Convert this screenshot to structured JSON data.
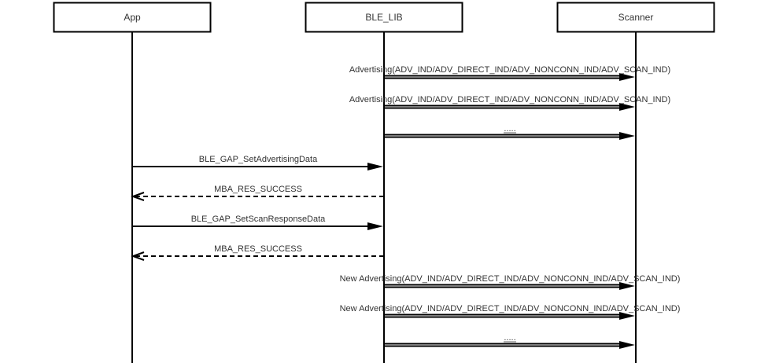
{
  "diagram": {
    "type": "sequence",
    "participants": [
      {
        "id": "app",
        "label": "App"
      },
      {
        "id": "ble",
        "label": "BLE_LIB"
      },
      {
        "id": "scanner",
        "label": "Scanner"
      }
    ],
    "messages": [
      {
        "from": "ble",
        "to": "scanner",
        "label": "Advertising(ADV_IND/ADV_DIRECT_IND/ADV_NONCONN_IND/ADV_SCAN_IND)",
        "style": "double"
      },
      {
        "from": "ble",
        "to": "scanner",
        "label": "Advertising(ADV_IND/ADV_DIRECT_IND/ADV_NONCONN_IND/ADV_SCAN_IND)",
        "style": "double"
      },
      {
        "from": "ble",
        "to": "scanner",
        "label": ".....",
        "style": "double"
      },
      {
        "from": "app",
        "to": "ble",
        "label": "BLE_GAP_SetAdvertisingData",
        "style": "solid"
      },
      {
        "from": "ble",
        "to": "app",
        "label": "MBA_RES_SUCCESS",
        "style": "dashed"
      },
      {
        "from": "app",
        "to": "ble",
        "label": "BLE_GAP_SetScanResponseData",
        "style": "solid"
      },
      {
        "from": "ble",
        "to": "app",
        "label": "MBA_RES_SUCCESS",
        "style": "dashed"
      },
      {
        "from": "ble",
        "to": "scanner",
        "label": "New Advertising(ADV_IND/ADV_DIRECT_IND/ADV_NONCONN_IND/ADV_SCAN_IND)",
        "style": "double"
      },
      {
        "from": "ble",
        "to": "scanner",
        "label": "New Advertising(ADV_IND/ADV_DIRECT_IND/ADV_NONCONN_IND/ADV_SCAN_IND)",
        "style": "double"
      },
      {
        "from": "ble",
        "to": "scanner",
        "label": ".....",
        "style": "double"
      }
    ]
  },
  "colors": {
    "line": "#000000",
    "text": "#333333"
  }
}
